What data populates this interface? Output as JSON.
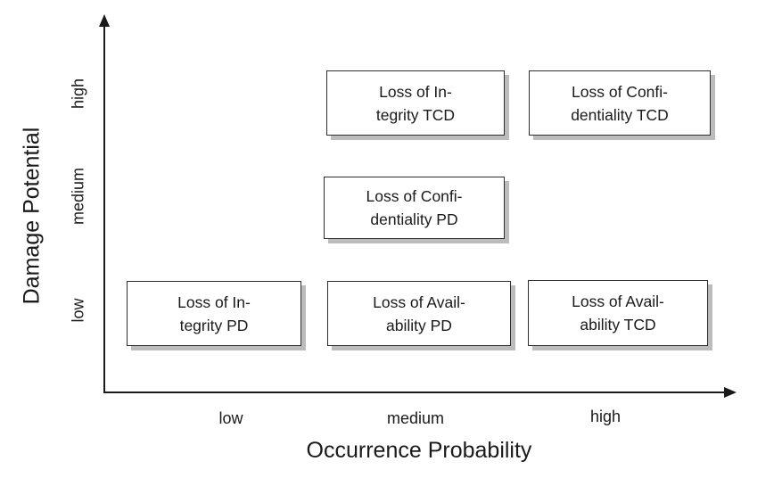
{
  "figure": {
    "x_axis": {
      "label": "Occurrence Probability",
      "ticks": {
        "low": "low",
        "medium": "medium",
        "high": "high"
      }
    },
    "y_axis": {
      "label": "Damage Potential",
      "ticks": {
        "low": "low",
        "medium": "medium",
        "high": "high"
      }
    },
    "nodes": {
      "integrity_tcd": {
        "line1": "Loss of In-",
        "line2": "tegrity TCD",
        "x": "medium",
        "y": "high"
      },
      "confidentiality_tcd": {
        "line1": "Loss of Confi-",
        "line2": "dentiality TCD",
        "x": "high",
        "y": "high"
      },
      "confidentiality_pd": {
        "line1": "Loss of Confi-",
        "line2": "dentiality PD",
        "x": "medium",
        "y": "medium"
      },
      "integrity_pd": {
        "line1": "Loss of In-",
        "line2": "tegrity PD",
        "x": "low",
        "y": "low"
      },
      "availability_pd": {
        "line1": "Loss of Avail-",
        "line2": "ability PD",
        "x": "medium",
        "y": "low"
      },
      "availability_tcd": {
        "line1": "Loss of Avail-",
        "line2": "ability TCD",
        "x": "high",
        "y": "low"
      }
    }
  },
  "chart_data": {
    "type": "scatter",
    "title": "",
    "xlabel": "Occurrence Probability",
    "ylabel": "Damage Potential",
    "x_ticks": [
      "low",
      "medium",
      "high"
    ],
    "y_ticks": [
      "low",
      "medium",
      "high"
    ],
    "grid": false,
    "legend": false,
    "points": [
      {
        "label": "Loss of Integrity TCD",
        "x": "medium",
        "y": "high"
      },
      {
        "label": "Loss of Confidentiality TCD",
        "x": "high",
        "y": "high"
      },
      {
        "label": "Loss of Confidentiality PD",
        "x": "medium",
        "y": "medium"
      },
      {
        "label": "Loss of Integrity PD",
        "x": "low",
        "y": "low"
      },
      {
        "label": "Loss of Availability PD",
        "x": "medium",
        "y": "low"
      },
      {
        "label": "Loss of Availability TCD",
        "x": "high",
        "y": "low"
      }
    ]
  },
  "colors": {
    "background": "#ffffff",
    "axis": "#1a1a1a",
    "text": "#1a1a1a",
    "box_fill": "#ffffff",
    "box_border": "#2e2e2e",
    "box_shadow": "#bcbcbc"
  }
}
